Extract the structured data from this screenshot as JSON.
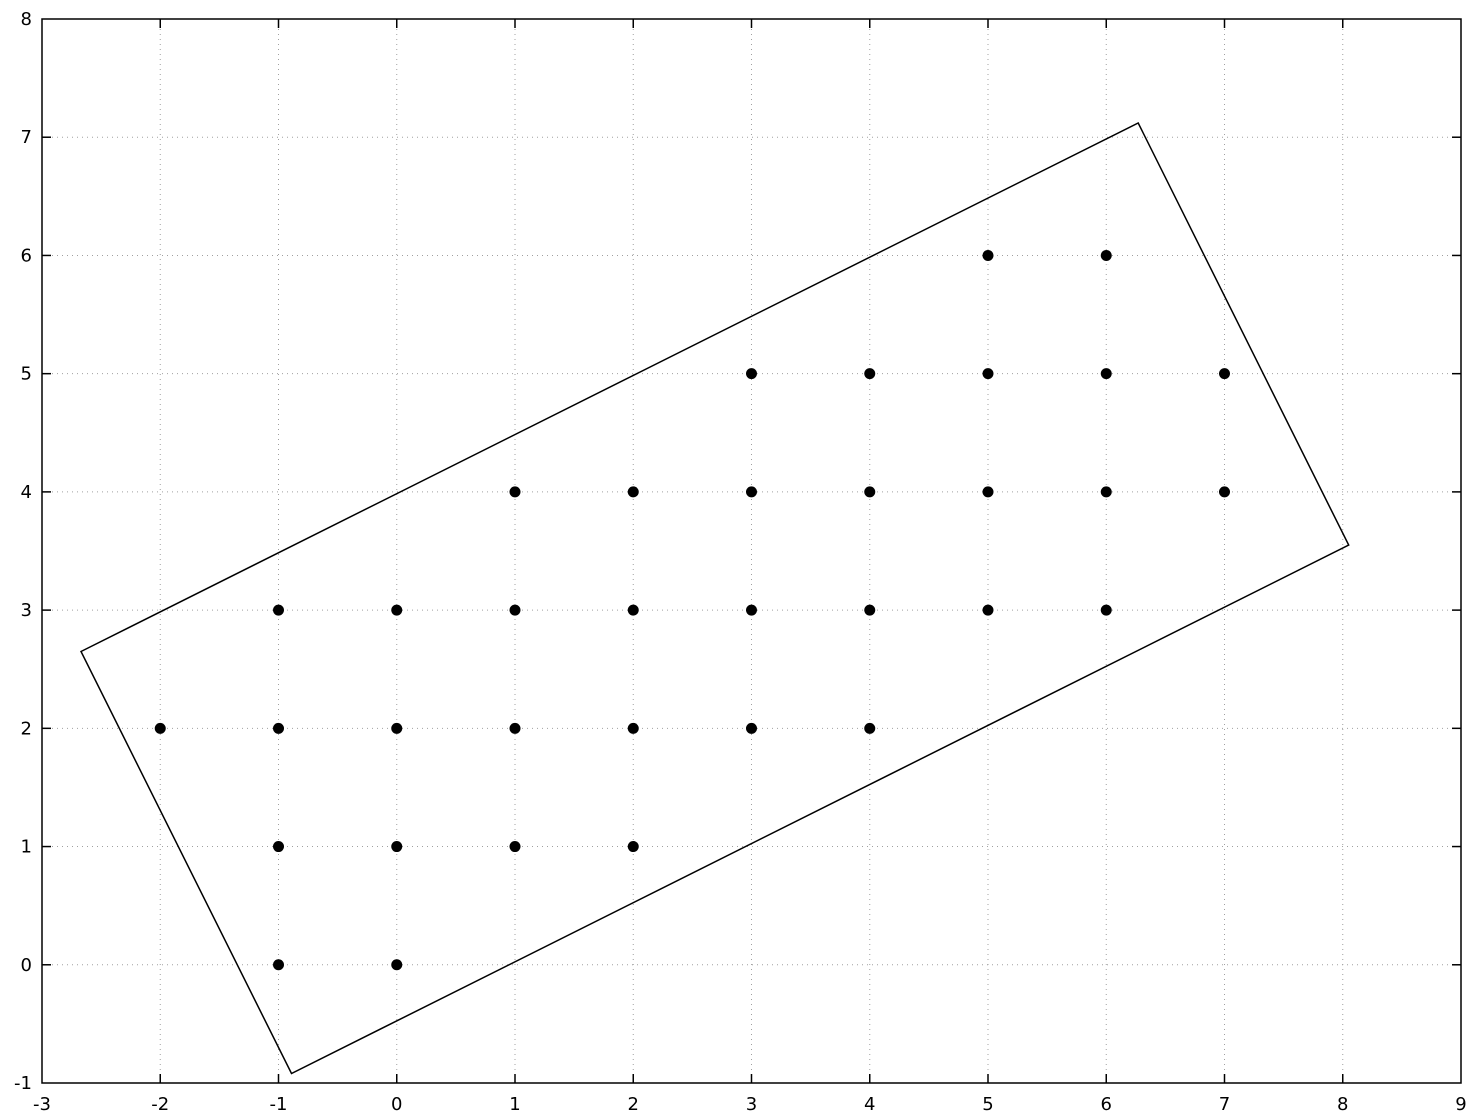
{
  "chart_data": {
    "type": "scatter",
    "title": "",
    "xlabel": "",
    "ylabel": "",
    "xlim": [
      -3,
      9
    ],
    "ylim": [
      -1,
      8
    ],
    "x_ticks": [
      -3,
      -2,
      -1,
      0,
      1,
      2,
      3,
      4,
      5,
      6,
      7,
      8,
      9
    ],
    "y_ticks": [
      -1,
      0,
      1,
      2,
      3,
      4,
      5,
      6,
      7,
      8
    ],
    "x_tick_labels": [
      "-3",
      "-2",
      "-1",
      "0",
      "1",
      "2",
      "3",
      "4",
      "5",
      "6",
      "7",
      "8",
      "9"
    ],
    "y_tick_labels": [
      "-1",
      "0",
      "1",
      "2",
      "3",
      "4",
      "5",
      "6",
      "7",
      "8"
    ],
    "grid": true,
    "series": [
      {
        "points": [
          [
            -1,
            0
          ],
          [
            0,
            0
          ],
          [
            -1,
            1
          ],
          [
            0,
            1
          ],
          [
            1,
            1
          ],
          [
            2,
            1
          ],
          [
            -2,
            2
          ],
          [
            -1,
            2
          ],
          [
            0,
            2
          ],
          [
            1,
            2
          ],
          [
            2,
            2
          ],
          [
            3,
            2
          ],
          [
            4,
            2
          ],
          [
            -1,
            3
          ],
          [
            0,
            3
          ],
          [
            1,
            3
          ],
          [
            2,
            3
          ],
          [
            3,
            3
          ],
          [
            4,
            3
          ],
          [
            5,
            3
          ],
          [
            6,
            3
          ],
          [
            1,
            4
          ],
          [
            2,
            4
          ],
          [
            3,
            4
          ],
          [
            4,
            4
          ],
          [
            5,
            4
          ],
          [
            6,
            4
          ],
          [
            7,
            4
          ],
          [
            3,
            5
          ],
          [
            4,
            5
          ],
          [
            5,
            5
          ],
          [
            6,
            5
          ],
          [
            7,
            5
          ],
          [
            5,
            6
          ],
          [
            6,
            6
          ]
        ],
        "color": "#000000"
      }
    ],
    "bounding_rectangle": {
      "vertices": [
        [
          -2.67,
          2.65
        ],
        [
          6.27,
          7.12
        ],
        [
          8.05,
          3.55
        ],
        [
          -0.89,
          -0.92
        ]
      ],
      "color": "#000000"
    }
  }
}
